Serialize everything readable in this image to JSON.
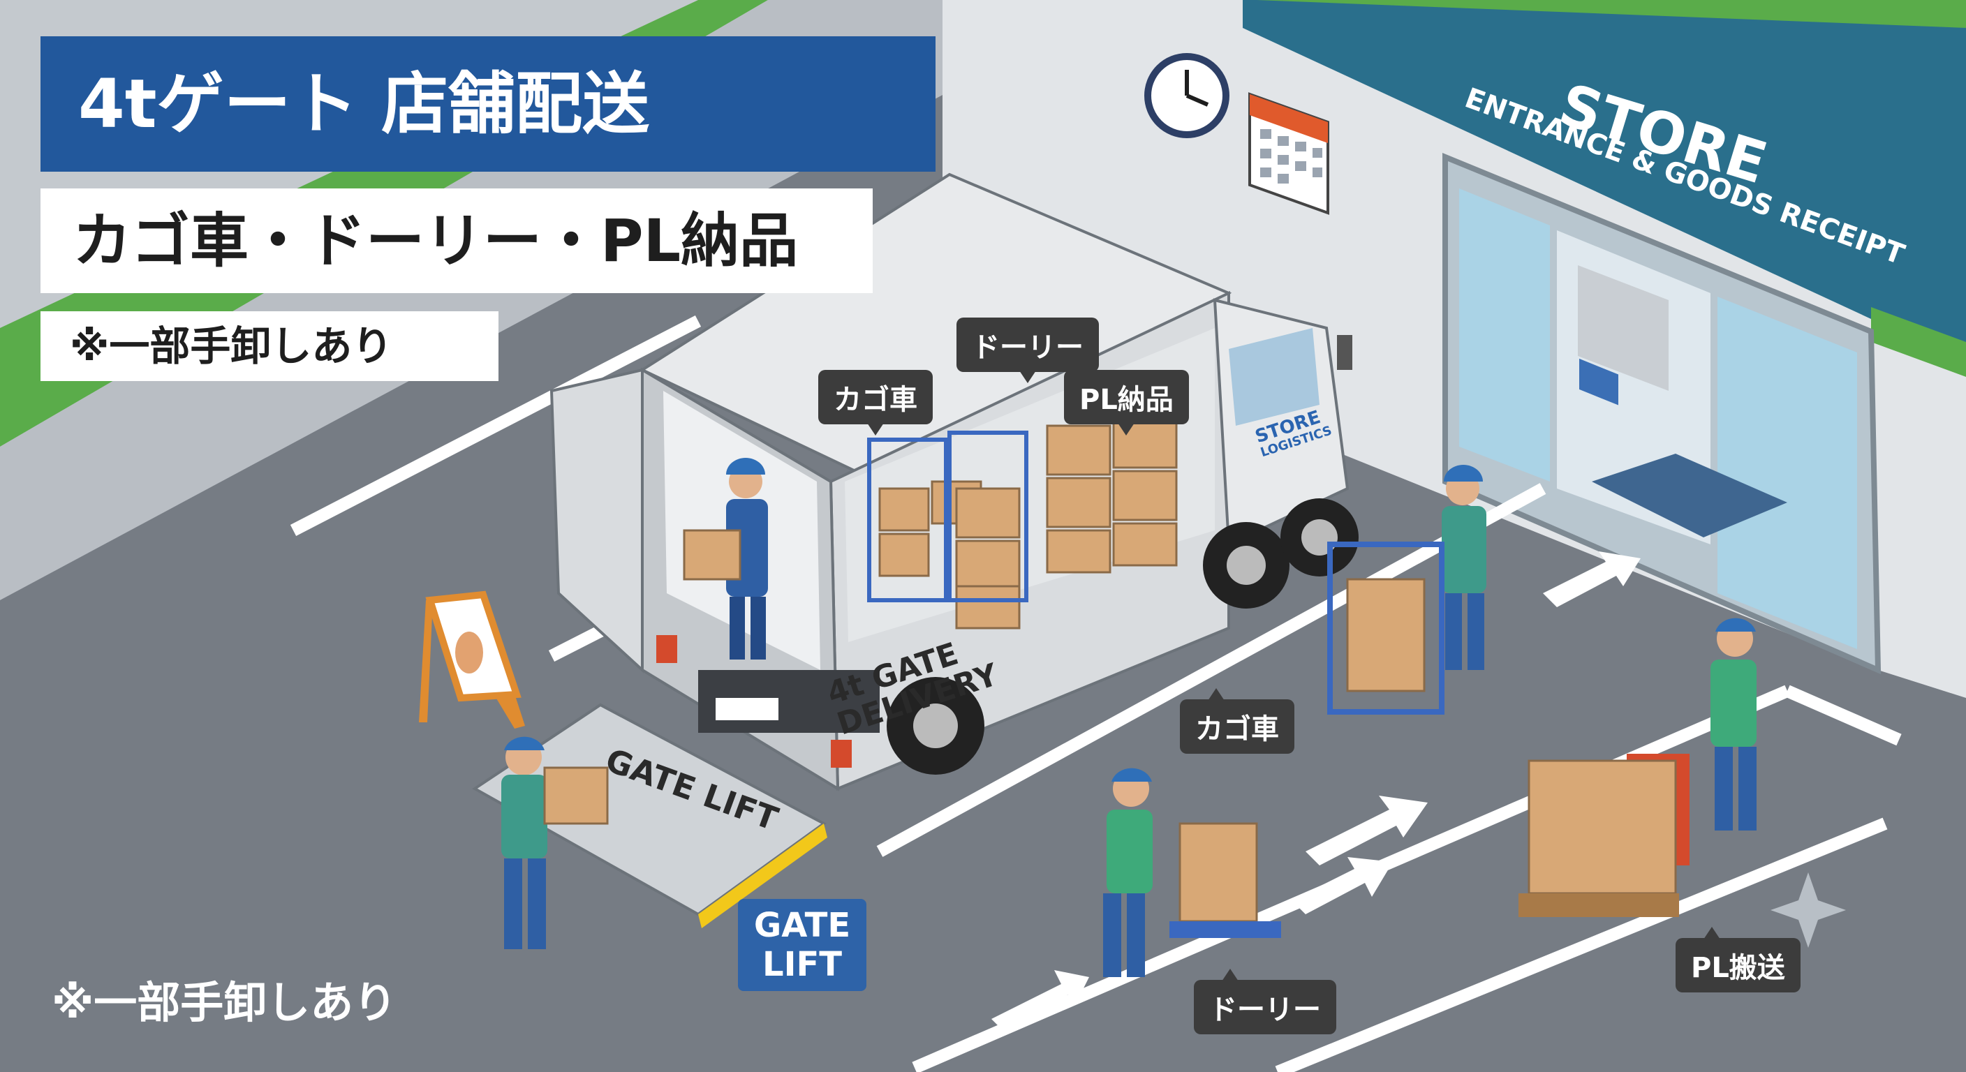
{
  "title": {
    "main": "4tゲート 店舗配送",
    "sub": "カゴ車・ドーリー・PL納品",
    "note": "※一部手卸しあり"
  },
  "bottom_note": "※一部手卸しあり",
  "store_sign": {
    "title": "STORE",
    "subtitle": "ENTRANCE & GOODS RECEIPT"
  },
  "truck": {
    "side_text_1": "4t GATE",
    "side_text_2": "DELIVERY",
    "cab_logo_1": "STORE",
    "cab_logo_2": "LOGISTICS",
    "gate_lift_print": "GATE LIFT"
  },
  "gate_lift_badge": {
    "line1": "GATE",
    "line2": "LIFT"
  },
  "callouts": {
    "truck_cart": "カゴ車",
    "truck_dolly": "ドーリー",
    "truck_pl": "PL納品",
    "floor_cart": "カゴ車",
    "floor_dolly": "ドーリー",
    "floor_pl": "PL搬送"
  },
  "colors": {
    "title_blue": "#22589c",
    "sign_teal": "#2a6f8c",
    "accent_green": "#5aac4a",
    "asphalt": "#767c84",
    "worker_blue": "#2f5fa4",
    "box_tan": "#d8a876",
    "pallet_jack": "#d44a2c",
    "cart_blue": "#3a68c0"
  },
  "icons": [
    "wall-clock-icon",
    "calendar-icon",
    "stop-hand-icon",
    "sparkle-icon",
    "arrow-icon"
  ]
}
